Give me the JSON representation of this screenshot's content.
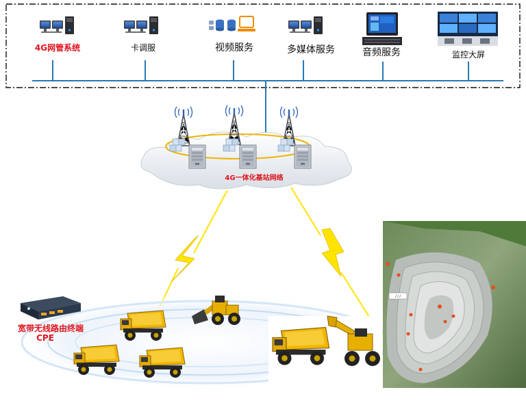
{
  "servers": [
    {
      "label": "4G网管系统"
    },
    {
      "label": "卡调服"
    },
    {
      "label": "视频服务"
    },
    {
      "label": "多媒体服务"
    },
    {
      "label": "音频服务"
    },
    {
      "label": "监控大屏"
    }
  ],
  "network": {
    "label": "4G一体化基站网络"
  },
  "cpe": {
    "label_line1": "宽带无线路由终端",
    "label_line2": "CPE"
  },
  "mine_sign": {
    "label": "ﾉﾉﾉ"
  },
  "colors": {
    "bus": "#2878b5",
    "accent_red": "#e0141e",
    "ring": "#f0b400",
    "lightning": "#ffe400",
    "truck": "#f2b705"
  }
}
